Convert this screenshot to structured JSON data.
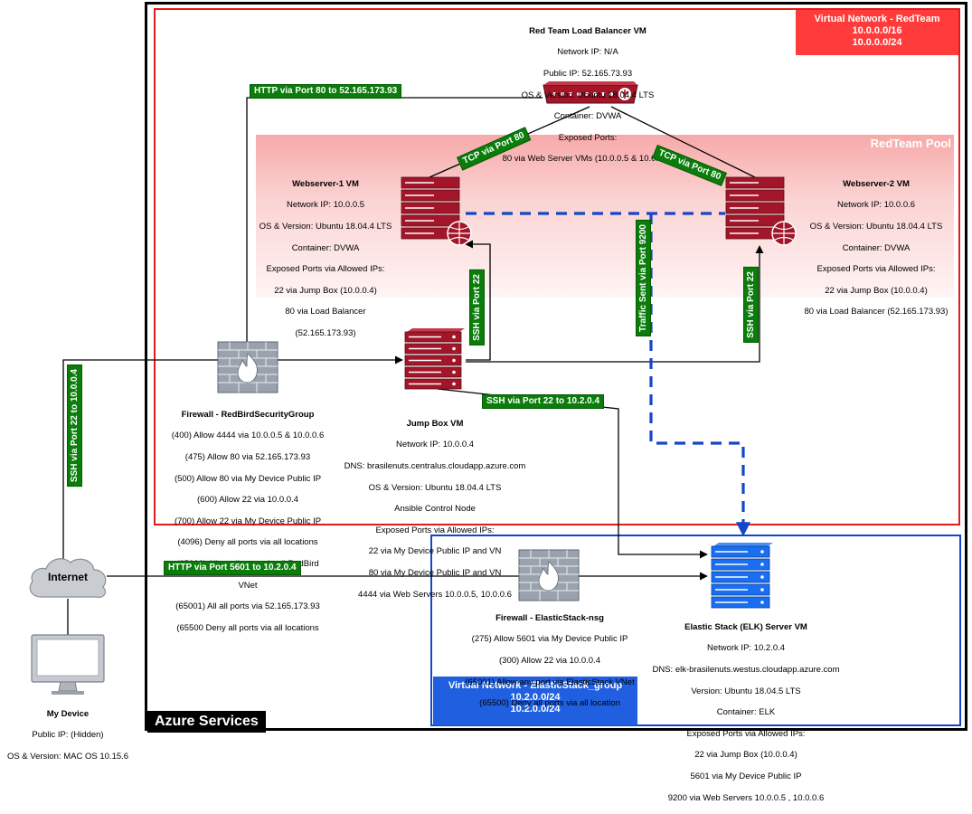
{
  "azure_label": "Azure Services",
  "redteam_vnet": {
    "title": "Virtual Network - RedTeam",
    "cidrs": [
      "10.0.0.0/16",
      "10.0.0.0/24"
    ]
  },
  "pool_label": "RedTeam Pool",
  "elastic_vnet": {
    "title": "Virtual Network - ElasticStack_group",
    "cidrs": [
      "10.2.0.0/24",
      "10.2.0.0/24"
    ]
  },
  "load_balancer": {
    "title": "Red Team Load Balancer VM",
    "lines": [
      "Network IP: N/A",
      "Public IP: 52.165.73.93",
      "OS & Version: Ubuntu 18.04.4 LTS",
      "Container: DVWA",
      "Exposed Ports:",
      "80 via Web Server VMs (10.0.0.5 & 10.0.0.6)"
    ]
  },
  "webserver1": {
    "title": "Webserver-1 VM",
    "lines": [
      "Network IP: 10.0.0.5",
      "OS & Version: Ubuntu 18.04.4 LTS",
      "Container: DVWA",
      "Exposed Ports via Allowed IPs:",
      "22 via Jump Box (10.0.0.4)",
      "80 via Load Balancer",
      "(52.165.173.93)"
    ]
  },
  "webserver2": {
    "title": "Webserver-2 VM",
    "lines": [
      "Network IP: 10.0.0.6",
      "OS & Version: Ubuntu 18.04.4 LTS",
      "Container: DVWA",
      "Exposed Ports via Allowed IPs:",
      "22 via Jump Box (10.0.0.4)",
      "80 via Load Balancer (52.165.173.93)"
    ]
  },
  "jumpbox": {
    "title": "Jump Box VM",
    "lines": [
      "Network IP: 10.0.0.4",
      "DNS: brasilenuts.centralus.cloudapp.azure.com",
      "OS & Version: Ubuntu 18.04.4 LTS",
      "Ansible Control Node",
      "Exposed Ports via Allowed IPs:",
      "22 via My Device Public IP and VN",
      "80 via My Device Public IP and VN",
      "4444 via Web Servers 10.0.0.5, 10.0.0.6"
    ]
  },
  "firewall_red": {
    "title": "Firewall - RedBirdSecurityGroup",
    "lines": [
      "(400) Allow 4444 via 10.0.0.5 & 10.0.0.6",
      "(475) Allow 80 via 52.165.173.93",
      "(500) Allow 80 via My Device Public IP",
      "(600) Allow 22 via 10.0.0.4",
      "(700) Allow 22 via My Device Public IP",
      "(4096) Deny all ports via all locations",
      "(65000) Allow all ports via all RedBird",
      "VNet",
      "(65001) All all ports via 52.165.173.93",
      "(65500 Deny all ports via all locations"
    ]
  },
  "firewall_elastic": {
    "title": "Firewall - ElasticStack-nsg",
    "lines": [
      "(275) Allow 5601 via My Device Public IP",
      "(300) Allow 22 via 10.0.0.4",
      "(65001) Allow any port via ElasticStack VNet",
      "(65500) Deny all ports via all location"
    ]
  },
  "elk": {
    "title": "Elastic Stack (ELK) Server VM",
    "lines": [
      "Network IP: 10.2.0.4",
      "DNS: elk-brasilenuts.westus.cloudapp.azure.com",
      "Version: Ubuntu 18.04.5 LTS",
      "Container: ELK",
      "Exposed Ports via Allowed IPs:",
      "22 via Jump Box (10.0.0.4)",
      "5601 via My Device Public IP",
      "9200 via Web Servers 10.0.0.5 , 10.0.0.6"
    ]
  },
  "internet_label": "Internet",
  "my_device": {
    "title": "My Device",
    "lines": [
      "Public IP: (Hidden)",
      "OS & Version: MAC OS 10.15.6"
    ]
  },
  "edge_labels": {
    "http80": "HTTP via Port 80 to 52.165.173.93",
    "tcp80_left": "TCP via Port 80",
    "tcp80_right": "TCP via Port 80",
    "ssh22_jump_ws1": "SSH via Port 22",
    "ssh22_ws2": "SSH via Port 22",
    "traffic9200": "Traffic Sent via Port 9200",
    "ssh22_elk": "SSH via Port 22 to 10.2.0.4",
    "ssh22_internet": "SSH via Port 22 to 10.0.0.4",
    "http5601": "HTTP via Port 5601 to 10.2.0.4"
  },
  "colors": {
    "red": "#e41a1a",
    "blue": "#1446c8",
    "server_red": "#a3162a",
    "server_blue": "#1a6ff0",
    "label_green": "#0a7d0a"
  }
}
